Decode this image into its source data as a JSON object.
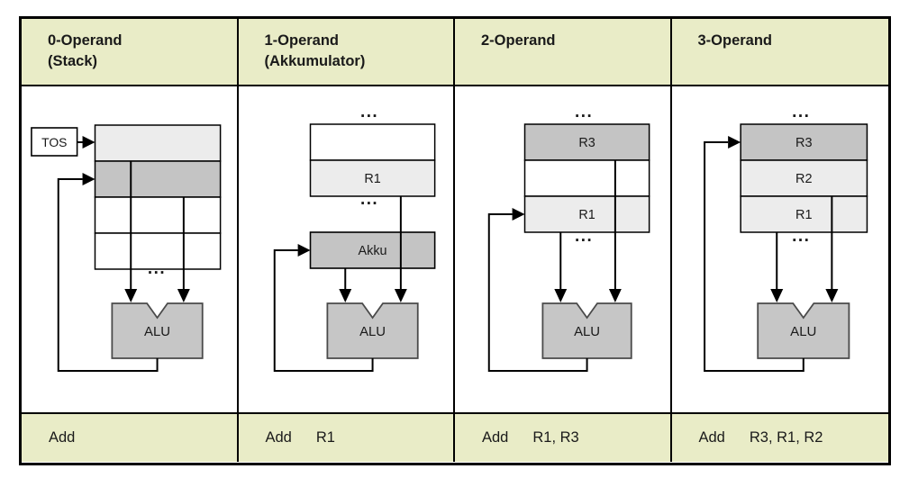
{
  "colors": {
    "page_bg": "#ffffff",
    "panel_border": "#000000",
    "header_bg": "#e9ecc7",
    "footer_bg": "#e9ecc7",
    "row_light": "#ececec",
    "row_mid": "#c4c4c4",
    "row_white": "#ffffff",
    "alu_fill": "#c6c6c6",
    "alu_stroke": "#4a4a4a",
    "line_color": "#000000",
    "text_color": "#1a1a1a"
  },
  "columns": [
    {
      "title_line1": "0-Operand",
      "title_line2": "(Stack)",
      "tos_label": "TOS",
      "alu_label": "ALU",
      "dots": "...",
      "registers": [
        {
          "label": "",
          "shade": "light"
        },
        {
          "label": "",
          "shade": "mid"
        },
        {
          "label": "",
          "shade": "white"
        },
        {
          "label": "",
          "shade": "white"
        }
      ],
      "instruction": {
        "mnemonic": "Add",
        "operands": ""
      }
    },
    {
      "title_line1": "1-Operand",
      "title_line2": "(Akkumulator)",
      "akku_label": "Akku",
      "alu_label": "ALU",
      "dots": "...",
      "registers": [
        {
          "label": "",
          "shade": "white"
        },
        {
          "label": "R1",
          "shade": "light"
        }
      ],
      "instruction": {
        "mnemonic": "Add",
        "operands": "R1"
      }
    },
    {
      "title_line1": "2-Operand",
      "title_line2": "",
      "alu_label": "ALU",
      "dots": "...",
      "registers": [
        {
          "label": "R3",
          "shade": "mid"
        },
        {
          "label": "",
          "shade": "white"
        },
        {
          "label": "R1",
          "shade": "light"
        }
      ],
      "instruction": {
        "mnemonic": "Add",
        "operands": "R1, R3"
      }
    },
    {
      "title_line1": "3-Operand",
      "title_line2": "",
      "alu_label": "ALU",
      "dots": "...",
      "registers": [
        {
          "label": "R3",
          "shade": "mid"
        },
        {
          "label": "R2",
          "shade": "light"
        },
        {
          "label": "R1",
          "shade": "light"
        }
      ],
      "instruction": {
        "mnemonic": "Add",
        "operands": "R3, R1, R2"
      }
    }
  ]
}
